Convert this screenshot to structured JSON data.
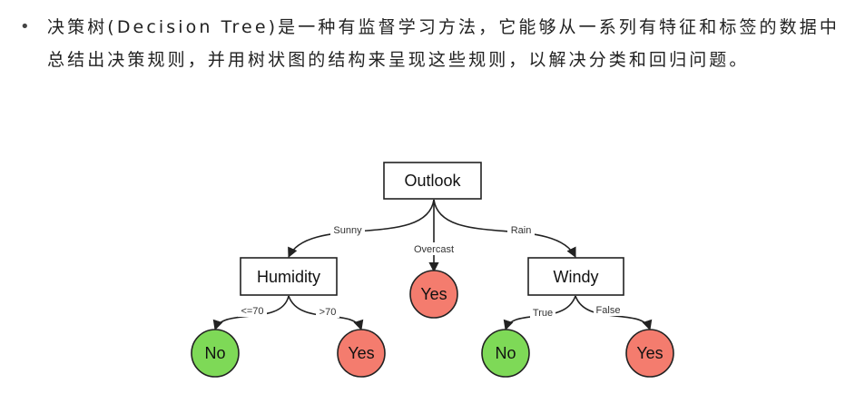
{
  "intro": {
    "bullet": "•",
    "text": "决策树(Decision Tree)是一种有监督学习方法，它能够从一系列有特征和标签的数据中总结出决策规则，并用树状图的结构来呈现这些规则，以解决分类和回归问题。"
  },
  "colors": {
    "leaf_no": "#7ed957",
    "leaf_yes": "#f47c6e",
    "stroke": "#222222"
  },
  "tree": {
    "root": {
      "label": "Outlook"
    },
    "humidity": {
      "label": "Humidity"
    },
    "windy": {
      "label": "Windy"
    },
    "overcast_leaf": {
      "label": "Yes",
      "class": "yes"
    },
    "humidity_low_leaf": {
      "label": "No",
      "class": "no"
    },
    "humidity_high_leaf": {
      "label": "Yes",
      "class": "yes"
    },
    "windy_true_leaf": {
      "label": "No",
      "class": "no"
    },
    "windy_false_leaf": {
      "label": "Yes",
      "class": "yes"
    },
    "edges": {
      "sunny": "Sunny",
      "overcast": "Overcast",
      "rain": "Rain",
      "le70": "<=70",
      "gt70": ">70",
      "true": "True",
      "false": "False"
    }
  }
}
